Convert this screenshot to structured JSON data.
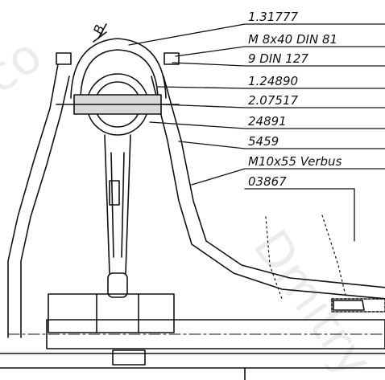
{
  "view_label": "B",
  "callouts": [
    "1.31777",
    "M 8x40 DIN 81",
    "9 DIN 127",
    "1.24890",
    "2.07517",
    "24891",
    "5459",
    "M10x55 Verbus",
    "03867"
  ]
}
